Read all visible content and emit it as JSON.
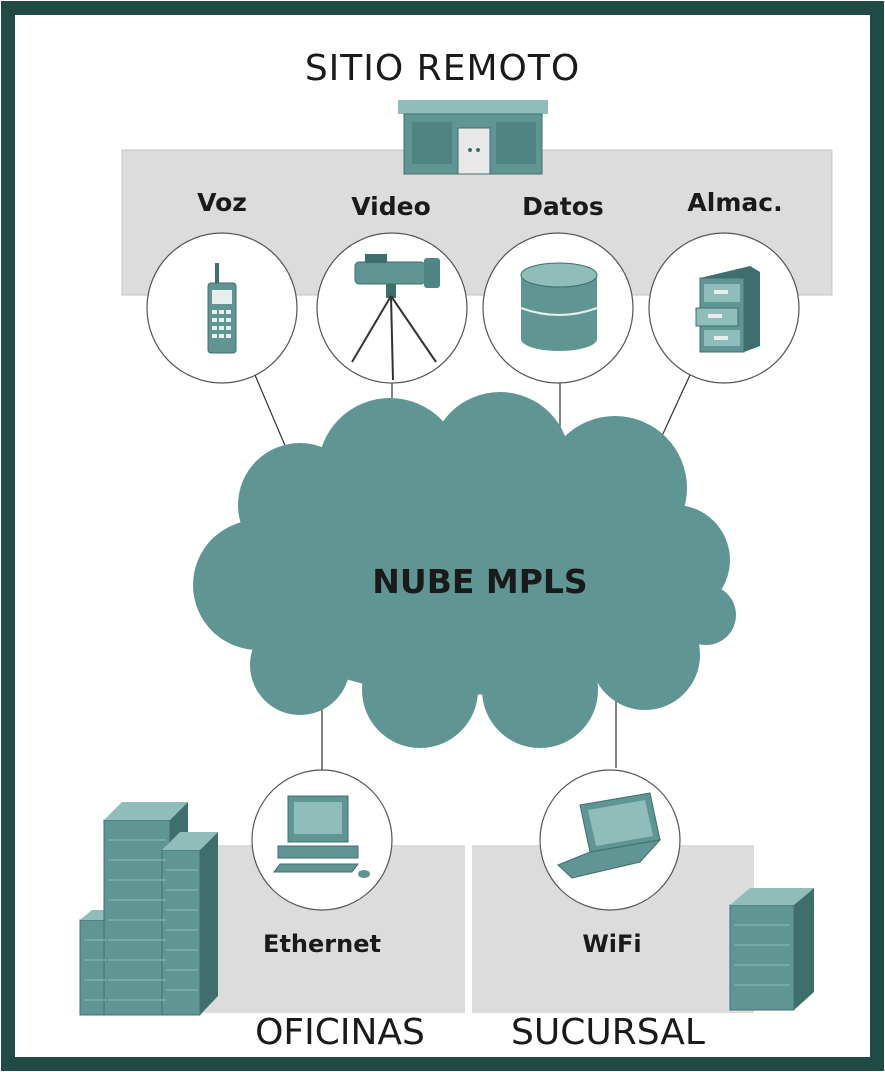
{
  "diagram": {
    "title": "SITIO REMOTO",
    "services": {
      "voice": "Voz",
      "video": "Video",
      "data": "Datos",
      "storage": "Almac."
    },
    "cloud": "NUBE MPLS",
    "access": {
      "ethernet": "Ethernet",
      "wifi": "WiFi"
    },
    "sites": {
      "offices": "OFICINAS",
      "branch": "SUCURSAL"
    }
  },
  "colors": {
    "border": "#1f4a45",
    "panel": "#dcdcdc",
    "teal": "#5f9694",
    "teal_dark": "#3f6f6c",
    "teal_light": "#8fbdb9"
  }
}
